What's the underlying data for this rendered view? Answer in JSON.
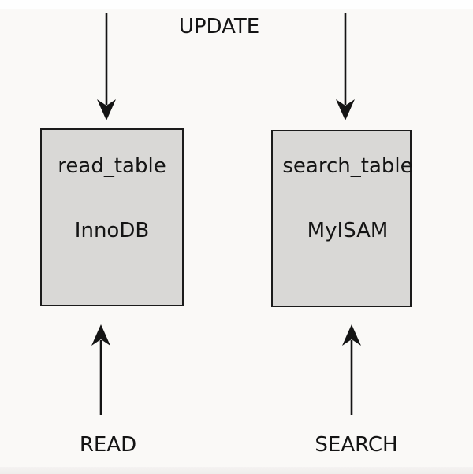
{
  "colors": {
    "page_bg": "#faf9f7",
    "top_strip": "#fefefe",
    "bottom_strip": "#efedeb",
    "box_fill": "#d9d8d6",
    "box_border": "#1b1b1b",
    "text": "#141414",
    "arrow": "#141414"
  },
  "labels": {
    "update": "UPDATE",
    "read": "READ",
    "search": "SEARCH"
  },
  "boxes": [
    {
      "name": "read_table",
      "engine": "InnoDB"
    },
    {
      "name": "search_table",
      "engine": "MyISAM"
    }
  ],
  "arrows": [
    {
      "id": "update-to-read-table",
      "direction": "down",
      "points_to": "read_table"
    },
    {
      "id": "update-to-search-table",
      "direction": "down",
      "points_to": "search_table"
    },
    {
      "id": "read-to-read-table",
      "direction": "up",
      "points_to": "read_table"
    },
    {
      "id": "search-to-search-table",
      "direction": "up",
      "points_to": "search_table"
    }
  ]
}
